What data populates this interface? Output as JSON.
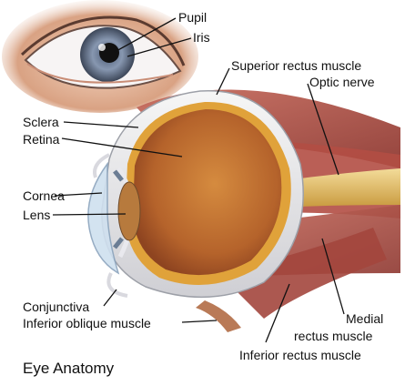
{
  "title": "Eye Anatomy",
  "labels": {
    "pupil": "Pupil",
    "iris": "Iris",
    "superior_rectus": "Superior rectus muscle",
    "optic_nerve": "Optic nerve",
    "sclera": "Sclera",
    "retina": "Retina",
    "cornea": "Cornea",
    "lens": "Lens",
    "conjunctiva": "Conjunctiva",
    "inferior_oblique": "Inferior oblique muscle",
    "medial_line1": "Medial",
    "medial_line2": "rectus muscle",
    "inferior_rectus": "Inferior rectus muscle"
  },
  "colors": {
    "iris": "#7f8fa6",
    "muscle": "#b0554a",
    "retina": "#c87a3a",
    "choroid": "#d6a335",
    "nerve": "#e7c36d",
    "skin": "#e3b49a"
  }
}
